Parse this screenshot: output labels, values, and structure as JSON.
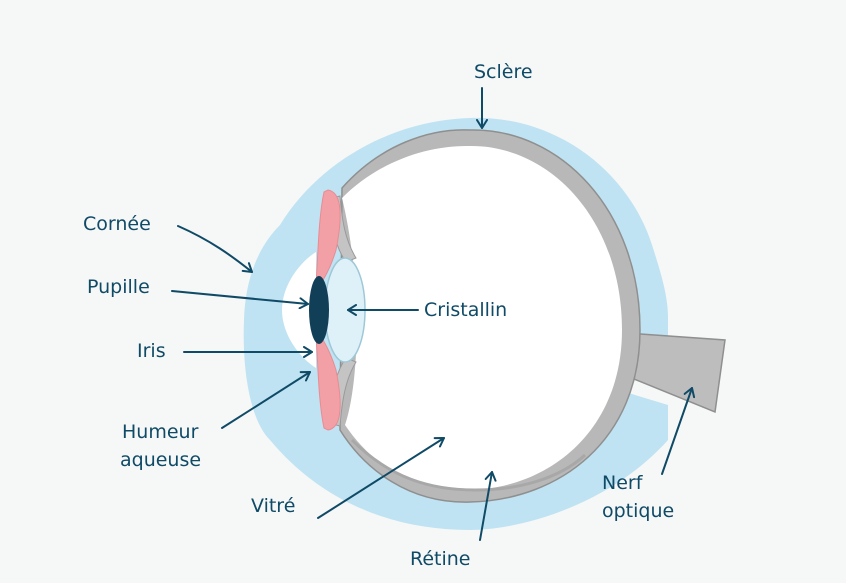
{
  "labels": {
    "sclere": "Sclère",
    "cornee": "Cornée",
    "pupille": "Pupille",
    "cristallin": "Cristallin",
    "iris": "Iris",
    "humeur_line1": "Humeur",
    "humeur_line2": "aqueuse",
    "vitre": "Vitré",
    "nerf_line1": "Nerf",
    "nerf_line2": "optique",
    "retine": "Rétine"
  },
  "colors": {
    "background": "#f6f7f7",
    "sclera_outer": "#bfe3f2",
    "sclera_wall": "#b8b8b8",
    "sclera_wall_edge": "#8f8f8f",
    "vitreous": "#ffffff",
    "iris_pink": "#f2a0a6",
    "pupil": "#123f58",
    "lens": "#dff1f8",
    "text": "#0f4a66"
  }
}
